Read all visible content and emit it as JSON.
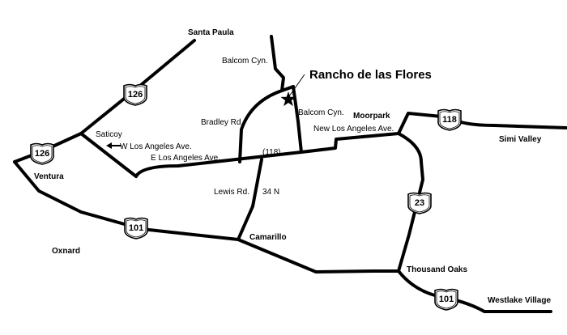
{
  "map": {
    "title": "Rancho de las Flores",
    "places": {
      "santa_paula": "Santa Paula",
      "saticoy": "Saticoy",
      "ventura": "Ventura",
      "oxnard": "Oxnard",
      "camarillo": "Camarillo",
      "moorpark": "Moorpark",
      "simi_valley": "Simi Valley",
      "thousand_oaks": "Thousand Oaks",
      "westlake_village": "Westlake Village"
    },
    "roads": {
      "balcom_north": "Balcom Cyn.",
      "balcom_south": "Balcom Cyn.",
      "bradley": "Bradley Rd.",
      "w_los_angeles": "W Los Angeles Ave.",
      "e_los_angeles": "E Los Angeles Ave.",
      "route_118_paren": "(118)",
      "new_los_angeles": "New Los Angeles Ave.",
      "lewis": "Lewis Rd.",
      "route_34": "34 N"
    },
    "shields": {
      "hwy126_north": "126",
      "hwy126_west": "126",
      "hwy101_west": "101",
      "hwy101_east": "101",
      "hwy118": "118",
      "hwy23": "23"
    },
    "icons": {
      "ranch_marker": "star-icon",
      "direction_arrow": "arrow-left-icon",
      "shield": "us-highway-shield-icon"
    },
    "colors": {
      "road": "#000000",
      "background": "#ffffff"
    }
  }
}
